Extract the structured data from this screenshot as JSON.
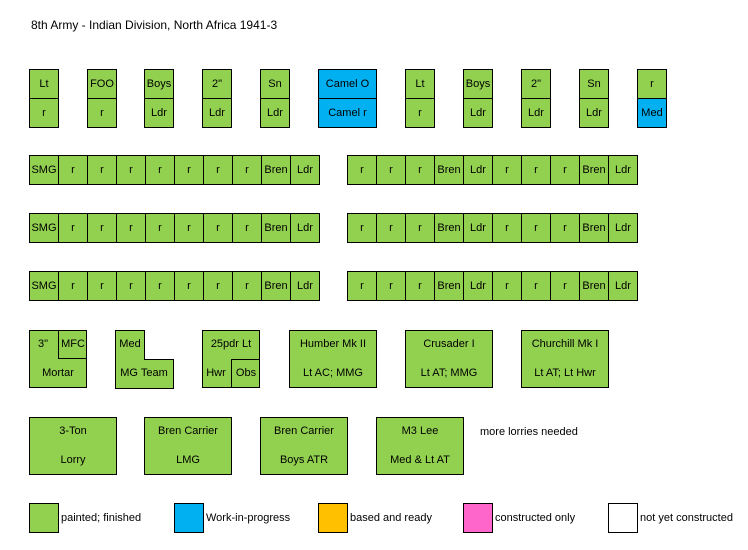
{
  "title": "8th Army - Indian Division, North Africa 1941-3",
  "colors": {
    "finished": "#92d050",
    "wip": "#00b0f0",
    "based": "#ffc000",
    "constructed": "#ff66cc",
    "not_constructed": "#ffffff"
  },
  "hq_units": [
    {
      "top": "Lt",
      "bottom": "r",
      "top_status": "finished",
      "bottom_status": "finished"
    },
    {
      "top": "FOO",
      "bottom": "r",
      "top_status": "finished",
      "bottom_status": "finished"
    },
    {
      "top": "Boys",
      "bottom": "Ldr",
      "top_status": "finished",
      "bottom_status": "finished"
    },
    {
      "top": "2\"",
      "bottom": "Ldr",
      "top_status": "finished",
      "bottom_status": "finished"
    },
    {
      "top": "Sn",
      "bottom": "Ldr",
      "top_status": "finished",
      "bottom_status": "finished"
    },
    {
      "top": "Camel O",
      "bottom": "Camel r",
      "top_status": "wip",
      "bottom_status": "wip"
    },
    {
      "top": "Lt",
      "bottom": "r",
      "top_status": "finished",
      "bottom_status": "finished"
    },
    {
      "top": "Boys",
      "bottom": "Ldr",
      "top_status": "finished",
      "bottom_status": "finished"
    },
    {
      "top": "2\"",
      "bottom": "Ldr",
      "top_status": "finished",
      "bottom_status": "finished"
    },
    {
      "top": "Sn",
      "bottom": "Ldr",
      "top_status": "finished",
      "bottom_status": "finished"
    },
    {
      "top": "r",
      "bottom": "Med",
      "top_status": "finished",
      "bottom_status": "wip"
    }
  ],
  "sections_left": [
    "SMG",
    "r",
    "r",
    "r",
    "r",
    "r",
    "r",
    "r",
    "Bren",
    "Ldr"
  ],
  "sections_right": [
    "r",
    "r",
    "r",
    "Bren",
    "Ldr",
    "r",
    "r",
    "r",
    "Bren",
    "Ldr"
  ],
  "support": {
    "mortar": {
      "a": "3\"",
      "b": "MFC",
      "c": "Mortar"
    },
    "mg": {
      "a": "Med",
      "b": "MG Team"
    },
    "gun": {
      "a": "25pdr Lt",
      "b": "Hwr",
      "c": "Obs"
    },
    "humber": {
      "a": "Humber Mk II",
      "b": "Lt AC; MMG"
    },
    "crusader": {
      "a": "Crusader I",
      "b": "Lt AT; MMG"
    },
    "churchill": {
      "a": "Churchill Mk I",
      "b": "Lt AT; Lt Hwr"
    }
  },
  "vehicles": [
    {
      "a": "3-Ton",
      "b": "Lorry"
    },
    {
      "a": "Bren Carrier",
      "b": "LMG"
    },
    {
      "a": "Bren Carrier",
      "b": "Boys ATR"
    },
    {
      "a": "M3 Lee",
      "b": "Med & Lt AT"
    }
  ],
  "note": "more lorries needed",
  "legend": [
    {
      "label": "painted; finished",
      "status": "finished"
    },
    {
      "label": "Work-in-progress",
      "status": "wip"
    },
    {
      "label": "based and ready",
      "status": "based"
    },
    {
      "label": "constructed only",
      "status": "constructed"
    },
    {
      "label": "not yet constructed",
      "status": "not_constructed"
    }
  ]
}
